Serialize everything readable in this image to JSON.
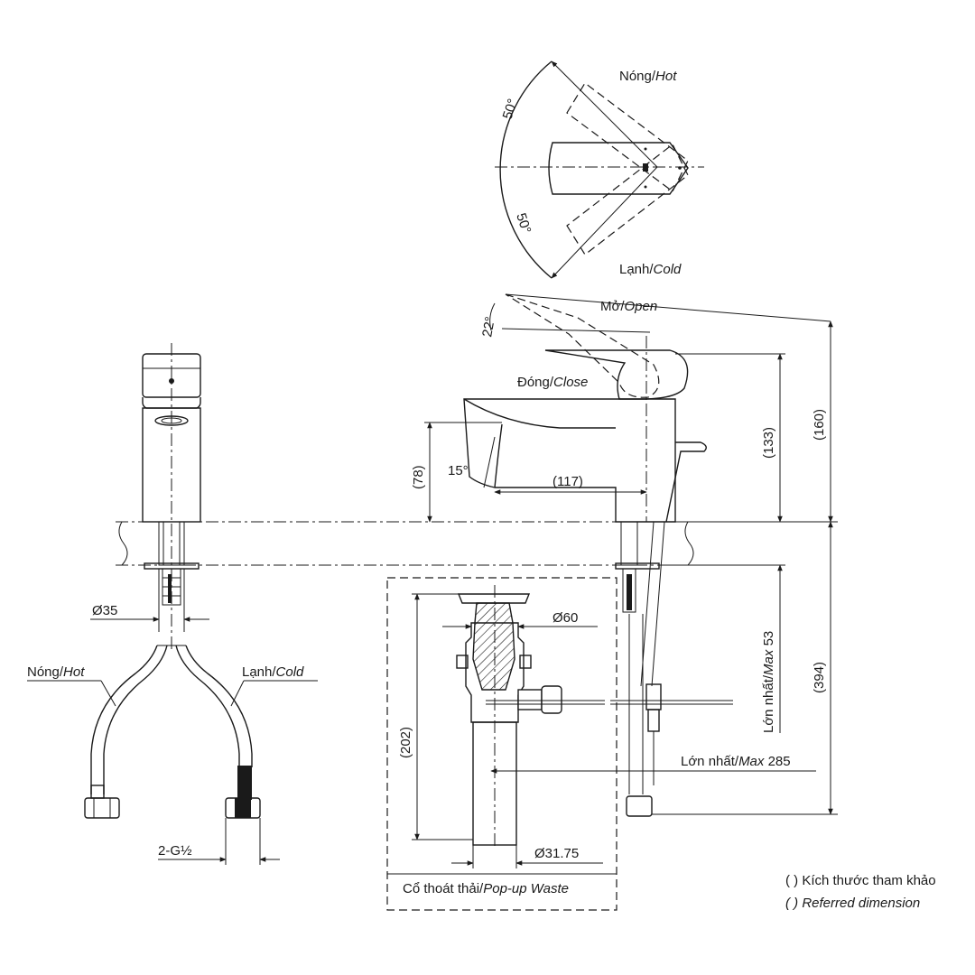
{
  "labels": {
    "top_hot_vi": "Nóng/",
    "top_hot_en": "Hot",
    "top_cold_vi": "Lạnh/",
    "top_cold_en": "Cold",
    "angle_up": "50°",
    "angle_down": "50°",
    "open_vi": "Mở/",
    "open_en": "Open",
    "close_vi": "Đóng/",
    "close_en": "Close",
    "angle_lever": "22°",
    "angle_spout": "15°",
    "dim_78": "(78)",
    "dim_117": "(117)",
    "dim_133": "(133)",
    "dim_160": "(160)",
    "dim_394": "(394)",
    "max53_vi": "Lớn nhất/",
    "max53_en": "Max",
    "max53_val": " 53",
    "max285_vi": "Lớn nhất/",
    "max285_en": "Max",
    "max285_val": " 285",
    "dia35": "Ø35",
    "dia60": "Ø60",
    "dia3175": "Ø31.75",
    "dim_202": "(202)",
    "side_hot_vi": "Nóng/",
    "side_hot_en": "Hot",
    "side_cold_vi": "Lạnh/",
    "side_cold_en": "Cold",
    "thread": "2-G½",
    "waste_vi": "Cổ thoát thải/",
    "waste_en": "Pop-up Waste",
    "note_vi": "( ) Kích thước tham khảo",
    "note_en": "( ) Referred dimension"
  }
}
